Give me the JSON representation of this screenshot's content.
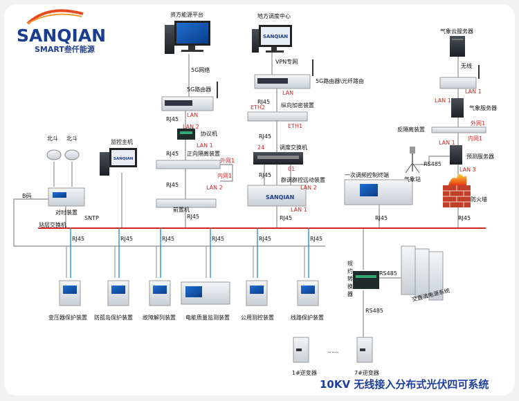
{
  "logo": {
    "name": "SANQIAN",
    "tagline": "SMART叁仟能源"
  },
  "title": "10KV 无线接入分布式光伏四可系统",
  "colors": {
    "bus": "#d8231f",
    "drop": "#2a8fd8",
    "link": "#8a8a8a",
    "label_red": "#d8231f",
    "brand": "#1b3d8f"
  },
  "devices": {
    "asset_platform": "资方能源平台",
    "local_dispatch": "地方调度中心",
    "weather_cloud": "气象云服务器",
    "router_5g": "5G路由器",
    "router_5g_fiber": "5G路由器\\光纤路由",
    "longitudinal_encryption": "纵向加密装置",
    "protocol_converter": "协议机",
    "forward_isolation": "正向隔离装置",
    "monitor_host": "监控主机",
    "beidou_1": "北斗",
    "beidou_2": "北斗",
    "timing_device": "对时装置",
    "dispatch_switch": "调度交换机",
    "group_control": "群调群控远动装置",
    "front_end": "前置机",
    "primary_fm_terminal": "一次调频控制终端",
    "reverse_isolation": "反隔离装置",
    "weather_server": "气象服务器",
    "forecast_server": "预测服务器",
    "weather_station": "气象站",
    "firewall": "防火墙",
    "station_switch": "站层交换机",
    "protocol_conv_vertical": [
      "规",
      "约",
      "转",
      "换",
      "器"
    ],
    "ac_dc_power": "交直流电源系统",
    "inverter_1": "1#逆变器",
    "inverter_7": "7#逆变器",
    "ellipsis": "......"
  },
  "protections": [
    "变压器保护装置",
    "防孤岛保护装置",
    "故障解列装置",
    "电能质量监测装置",
    "公用测控装置",
    "线路保护装置"
  ],
  "link_labels": {
    "net_5g": "5G网络",
    "vpn": "VPN专网",
    "wireless": "无线",
    "lan": "LAN",
    "lan1": "LAN 1",
    "lan2": "LAN 2",
    "lan3": "LAN 3",
    "eth1": "ETH1",
    "eth2": "ETH2",
    "rj45": "RJ45",
    "rs485": "RS485",
    "ext1": "外网1",
    "int1": "内网1",
    "port24": "24",
    "port01": "01",
    "b_code": "B码",
    "sntp": "SNTP"
  }
}
